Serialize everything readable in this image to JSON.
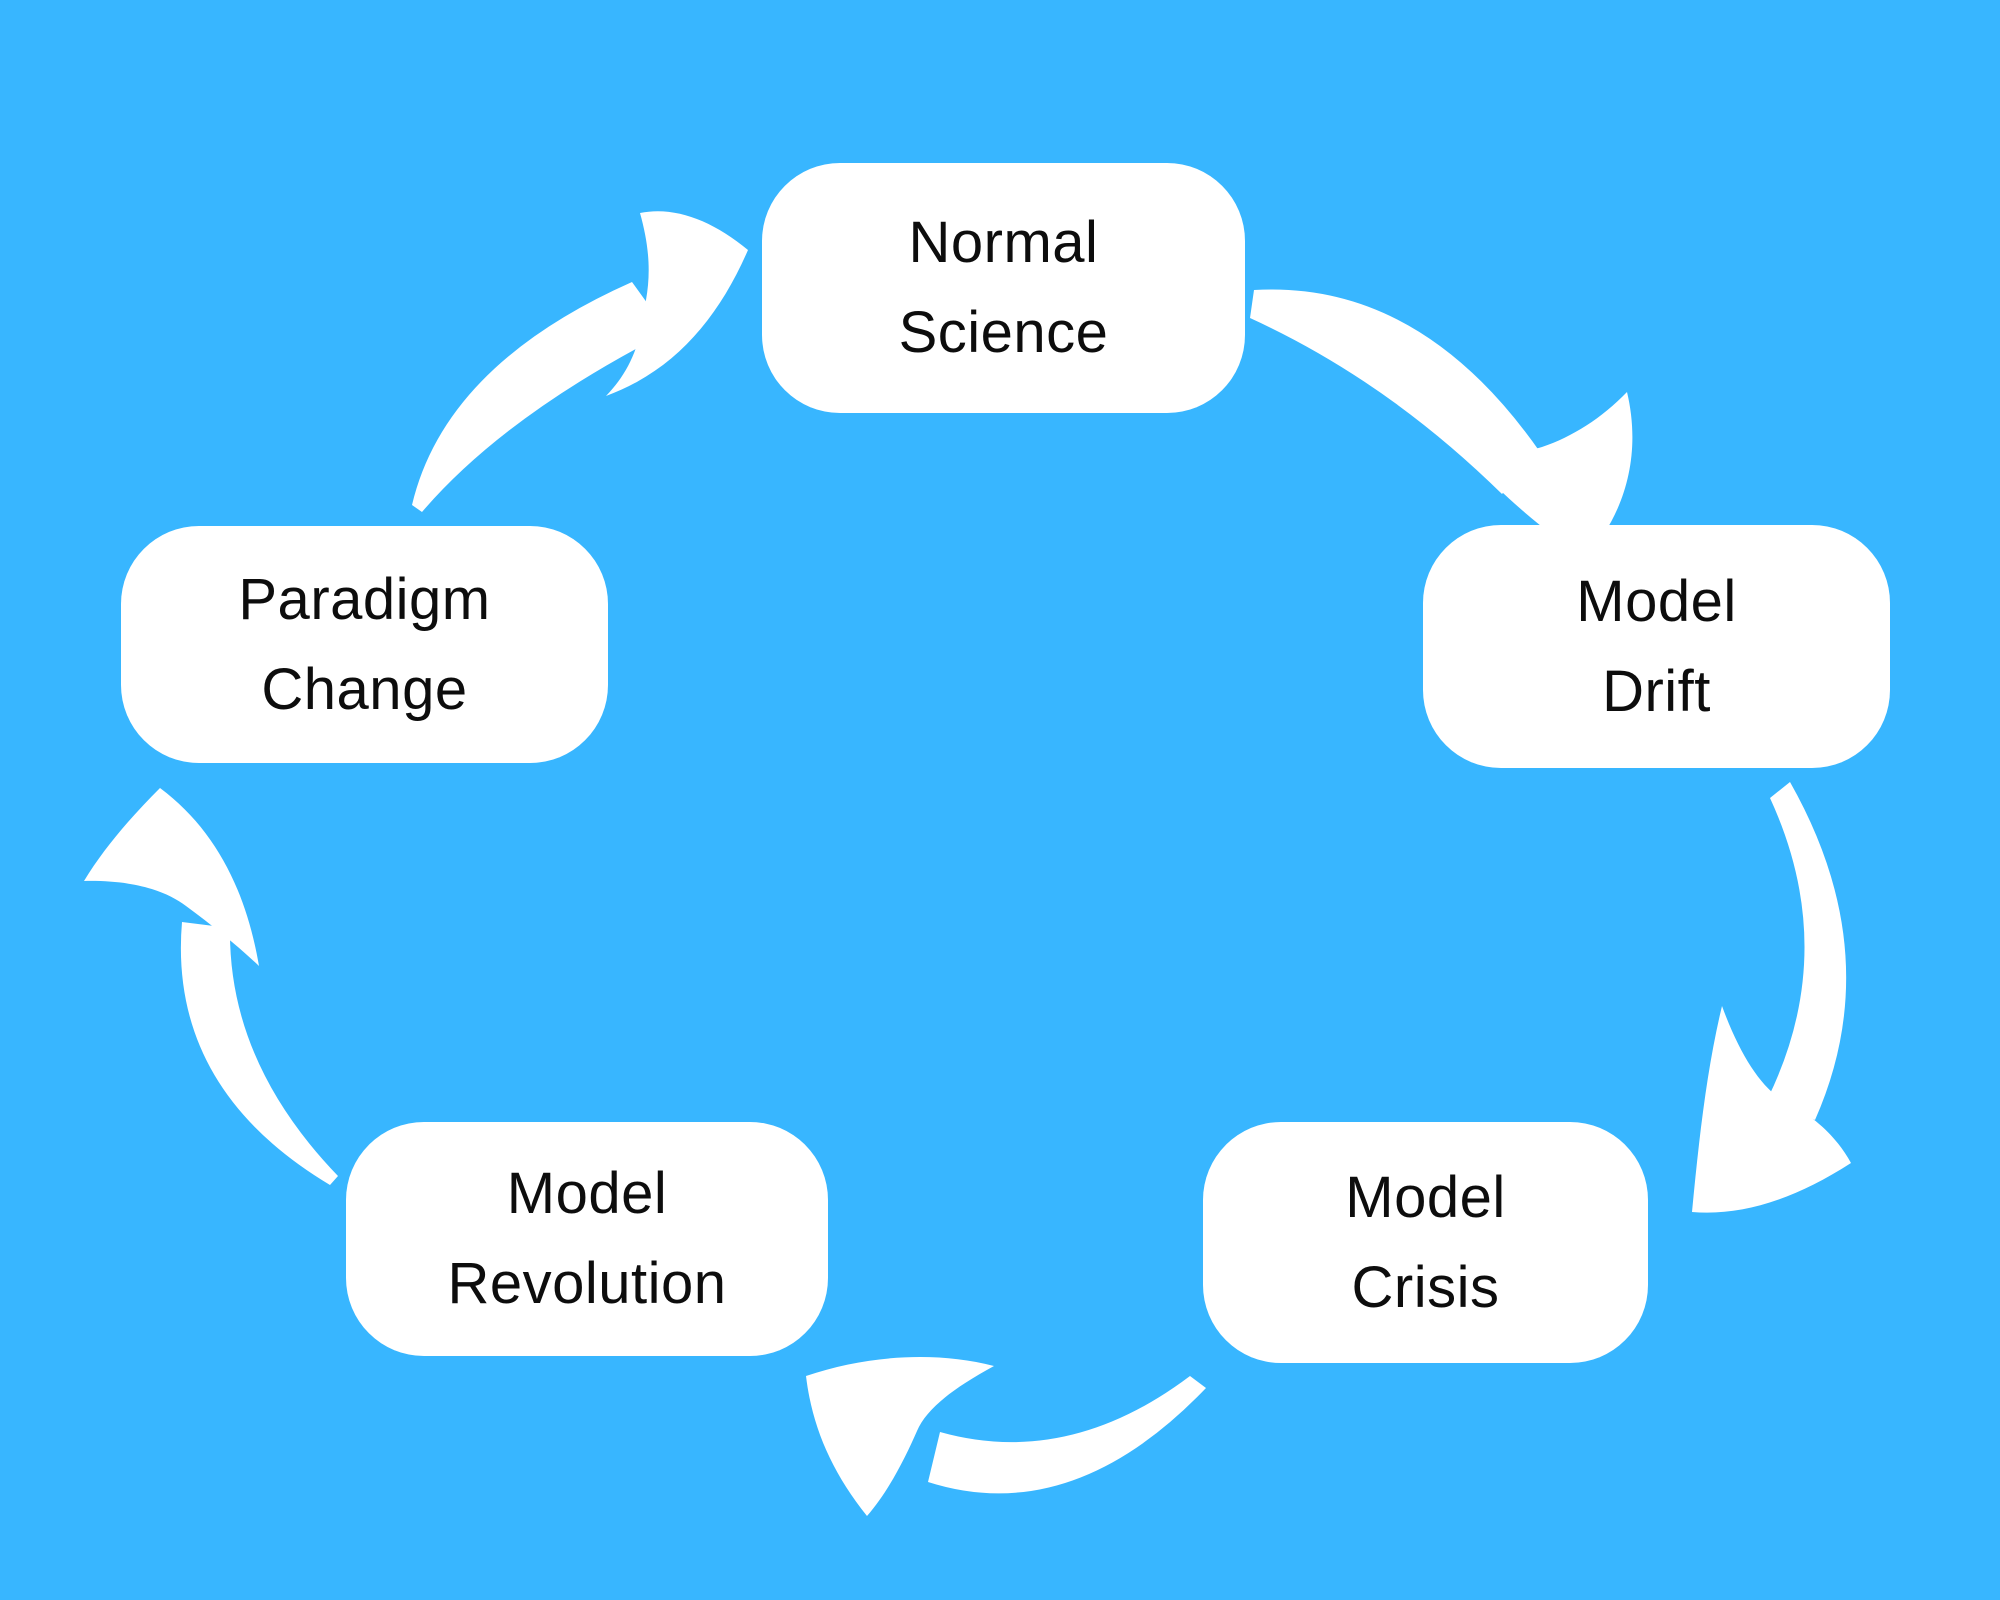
{
  "diagram": {
    "type": "cycle",
    "nodes": [
      {
        "id": "normal-science",
        "label": "Normal\nScience"
      },
      {
        "id": "model-drift",
        "label": "Model\nDrift"
      },
      {
        "id": "model-crisis",
        "label": "Model\nCrisis"
      },
      {
        "id": "model-revolution",
        "label": "Model\nRevolution"
      },
      {
        "id": "paradigm-change",
        "label": "Paradigm\nChange"
      }
    ],
    "edges": [
      {
        "from": "Normal Science",
        "to": "Model Drift"
      },
      {
        "from": "Model Drift",
        "to": "Model Crisis"
      },
      {
        "from": "Model Crisis",
        "to": "Model Revolution"
      },
      {
        "from": "Model Revolution",
        "to": "Paradigm Change"
      },
      {
        "from": "Paradigm Change",
        "to": "Normal Science"
      }
    ]
  },
  "colors": {
    "background": "#38B6FF",
    "node_fill": "#FFFFFF",
    "node_text": "#0D0D0D",
    "arrow_fill": "#FFFFFF"
  }
}
